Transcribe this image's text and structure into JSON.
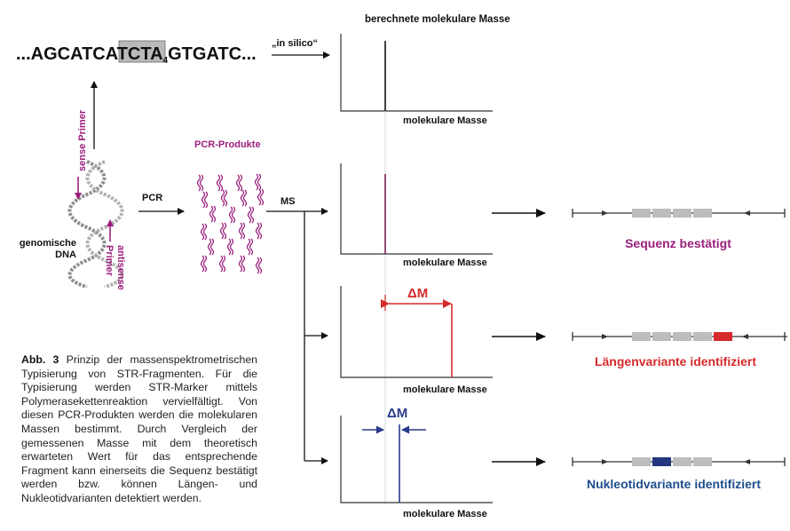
{
  "colors": {
    "black": "#111111",
    "magenta": "#9b1f7c",
    "red": "#d52b2b",
    "blue": "#283a8a",
    "gray_segment": "#bdbdbd",
    "red_segment": "#d72a2a",
    "blue_segment": "#24367f",
    "highlight_box": "#b9b9b9"
  },
  "sequence": {
    "prefix": "...AGCATCA",
    "highlight": "TCTA",
    "subscript": "4",
    "suffix": "GTGATC..."
  },
  "labels": {
    "in_silico": "„in silico“",
    "calculated_mass": "berechnete molekulare Masse",
    "molecular_mass": "molekulare Masse",
    "pcr_products": "PCR-Produkte",
    "pcr": "PCR",
    "ms": "MS",
    "genomic_dna_line1": "genomische",
    "genomic_dna_line2": "DNA",
    "sense_primer": "sense Primer",
    "antisense_line1": "antisense",
    "antisense_line2": "Primer",
    "delta_m": "ΔM"
  },
  "results": [
    {
      "text": "Sequenz bestätigt",
      "color": "#9b1f7c"
    },
    {
      "text": "Längenvariante identifiziert",
      "color": "#d52b2b"
    },
    {
      "text": "Nukleotidvariante identifiziert",
      "color": "#1f4e8c"
    }
  ],
  "caption": {
    "label": "Abb. 3",
    "text": "Prinzip der massenspektrometrischen Typisierung von STR-Fragmenten. Für die Typisierung werden STR-Marker mittels Polymerasekettenreaktion vervielfältigt. Von diesen PCR-Produkten werden die molekularen Massen bestimmt. Durch Vergleich der gemessenen Masse mit dem theoretisch erwarteten Wert für das entsprechende Fragment kann einerseits die Sequenz bestätigt werden bzw. können Längen- und Nukleotidvarianten detektiert werden."
  }
}
